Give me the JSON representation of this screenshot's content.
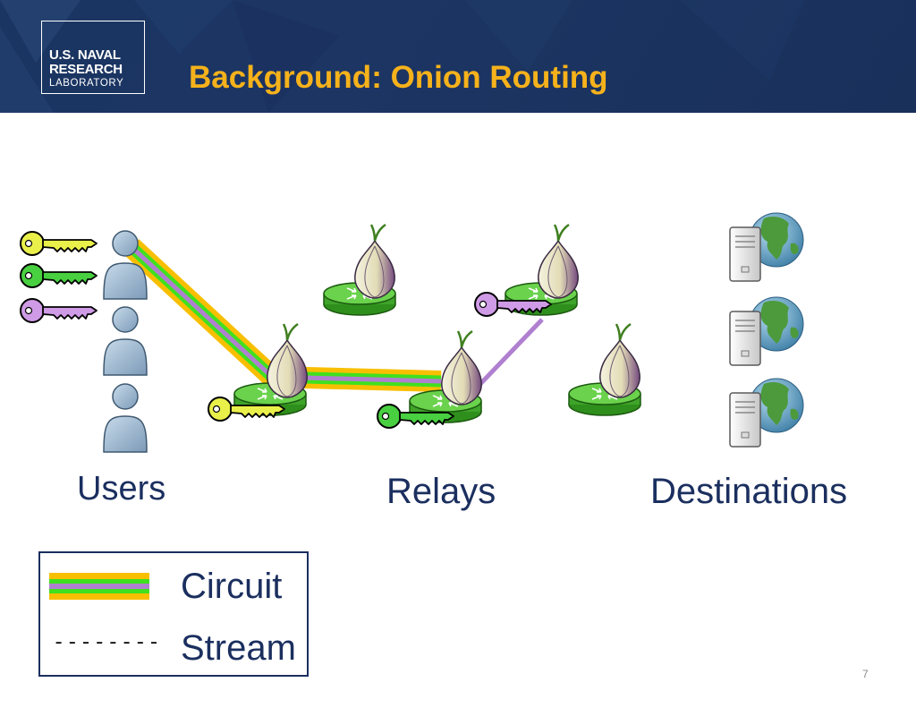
{
  "header": {
    "logo_line1": "U.S. NAVAL",
    "logo_line2": "RESEARCH",
    "logo_line3": "LABORATORY",
    "title": "Background: Onion Routing"
  },
  "diagram": {
    "columns": {
      "users": "Users",
      "relays": "Relays",
      "destinations": "Destinations"
    },
    "circuit_colors": {
      "outer": "#f8bf00",
      "middle": "#40e020",
      "inner": "#b080d0"
    },
    "key_colors": {
      "yellow": "#eaf04a",
      "green": "#48d040",
      "purple": "#cf9ae6"
    }
  },
  "legend": {
    "circuit": "Circuit",
    "stream": "Stream",
    "stream_dashes": "--------"
  },
  "page_number": "7"
}
